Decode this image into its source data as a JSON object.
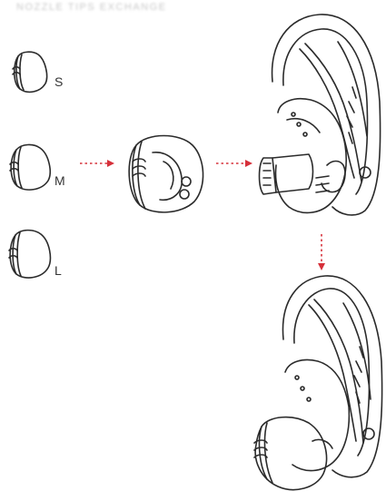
{
  "header": {
    "text": "NOZZLE TIPS EXCHANGE"
  },
  "tip_sizes": [
    {
      "label": "S"
    },
    {
      "label": "M"
    },
    {
      "label": "L"
    }
  ],
  "colors": {
    "line": "#2b2b2b",
    "arrow": "#d6303a",
    "background": "#ffffff"
  },
  "icons": {
    "tips": "ear-tip-icon",
    "module": "earbud-module-icon",
    "bud_with_nozzle": "earbud-with-nozzle-icon",
    "bud_with_tip": "earbud-with-tip-icon"
  }
}
